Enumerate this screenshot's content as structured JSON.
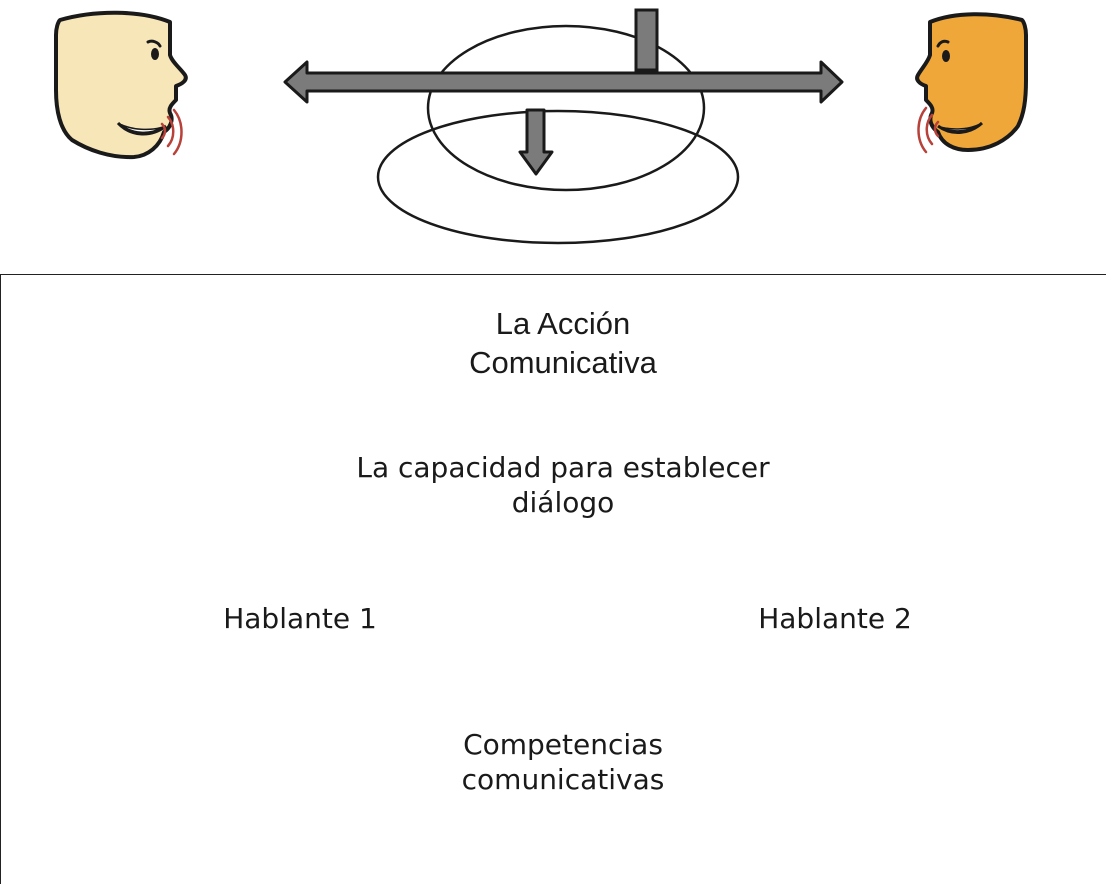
{
  "diagram": {
    "title": "La Acción\nComunicativa",
    "capacity": "La capacidad para establecer\ndiálogo",
    "speaker_left": "Hablante  1",
    "speaker_right": "Hablante 2",
    "competencies": "Competencias\ncomunicativas"
  },
  "colors": {
    "face_left": "#f7e6b8",
    "face_right": "#f0a73a",
    "arrow_fill": "#7b7b7b",
    "outline": "#1a1a1a",
    "sound_waves": "#b8413a"
  },
  "icons": {
    "speaker_left": "talking-face-icon",
    "speaker_right": "talking-face-icon",
    "arrow": "double-arrow-icon"
  }
}
